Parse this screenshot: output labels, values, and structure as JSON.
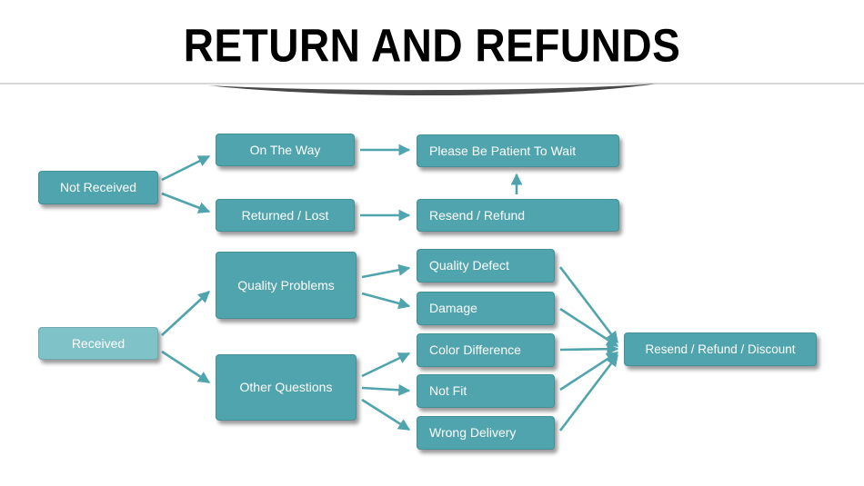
{
  "title": "RETURN AND REFUNDS",
  "colors": {
    "box": "#4FA4AD",
    "box_light": "#7FC2C8",
    "arrow": "#4FA4AD",
    "node_text": "#FFFFFF",
    "title_text": "#000000"
  },
  "nodes": {
    "not_received": "Not Received",
    "on_the_way": "On The Way",
    "please_wait": "Please Be Patient To Wait",
    "returned_lost": "Returned / Lost",
    "resend_refund": "Resend / Refund",
    "quality_problems": "Quality Problems",
    "received": "Received",
    "other_questions": "Other Questions",
    "quality_defect": "Quality Defect",
    "damage": "Damage",
    "color_difference": "Color Difference",
    "not_fit": "Not Fit",
    "wrong_delivery": "Wrong Delivery",
    "resend_refund_discount": "Resend / Refund / Discount"
  },
  "edges": [
    {
      "from": "not_received",
      "to": "on_the_way"
    },
    {
      "from": "not_received",
      "to": "returned_lost"
    },
    {
      "from": "on_the_way",
      "to": "please_wait"
    },
    {
      "from": "returned_lost",
      "to": "resend_refund"
    },
    {
      "from": "resend_refund",
      "to": "please_wait"
    },
    {
      "from": "received",
      "to": "quality_problems"
    },
    {
      "from": "received",
      "to": "other_questions"
    },
    {
      "from": "quality_problems",
      "to": "quality_defect"
    },
    {
      "from": "quality_problems",
      "to": "damage"
    },
    {
      "from": "other_questions",
      "to": "color_difference"
    },
    {
      "from": "other_questions",
      "to": "not_fit"
    },
    {
      "from": "other_questions",
      "to": "wrong_delivery"
    },
    {
      "from": "quality_defect",
      "to": "resend_refund_discount"
    },
    {
      "from": "damage",
      "to": "resend_refund_discount"
    },
    {
      "from": "color_difference",
      "to": "resend_refund_discount"
    },
    {
      "from": "not_fit",
      "to": "resend_refund_discount"
    },
    {
      "from": "wrong_delivery",
      "to": "resend_refund_discount"
    }
  ]
}
